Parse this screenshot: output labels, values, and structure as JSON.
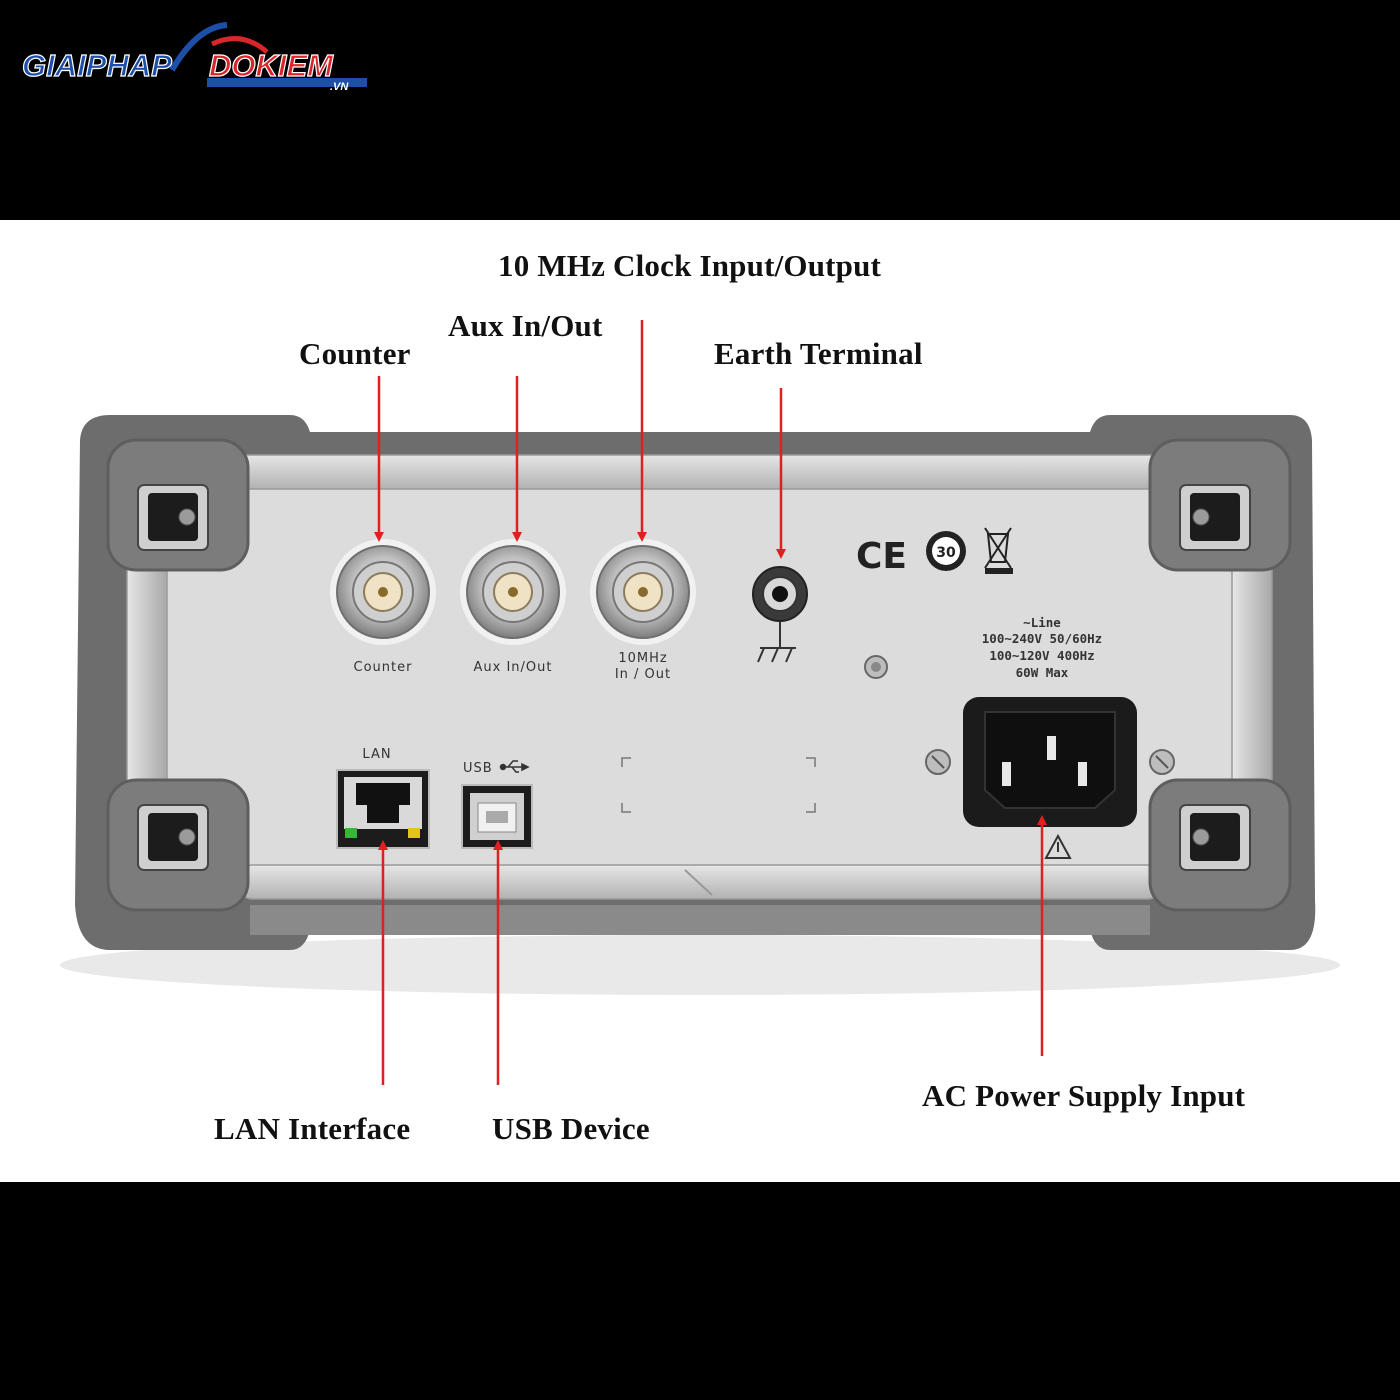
{
  "logo": {
    "text": "GIAIPHAPDOKIEM",
    "suffix": ".VN",
    "primary_color": "#1d4fa8",
    "accent_color": "#d8262a"
  },
  "callouts": {
    "clock": "10 MHz Clock Input/Output",
    "aux": "Aux In/Out",
    "counter": "Counter",
    "earth": "Earth Terminal",
    "lan": "LAN Interface",
    "usb": "USB Device",
    "power": "AC Power Supply Input"
  },
  "panel": {
    "counter_label": "Counter",
    "aux_label": "Aux In/Out",
    "clock_label_1": "10MHz",
    "clock_label_2": "In / Out",
    "lan_label": "LAN",
    "usb_label": "USB",
    "rating_line_1": "~Line",
    "rating_line_2": "100~240V 50/60Hz",
    "rating_line_3": "100~120V    400Hz",
    "rating_line_4": "60W Max",
    "ce_mark": "CE",
    "epup_mark": "30"
  },
  "colors": {
    "arrow": "#e02020",
    "panel": "#dcdcdc",
    "frame": "#7c7c7c",
    "frame_dark": "#5e5e5e"
  }
}
